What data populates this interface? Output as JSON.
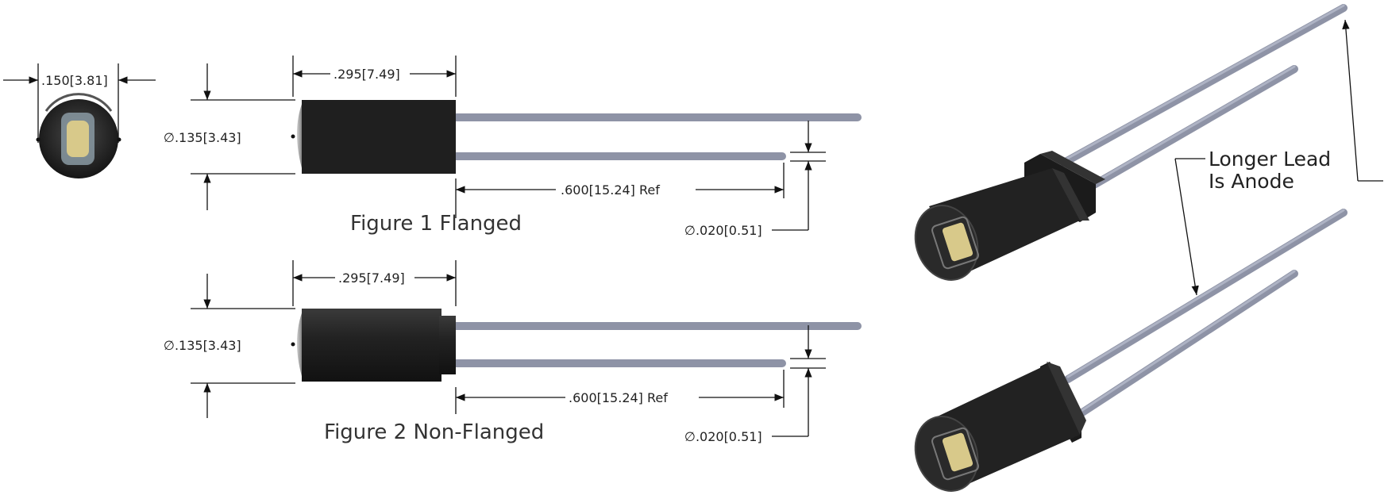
{
  "end_view": {
    "dim_label": ".150[3.81]"
  },
  "figure1": {
    "caption": "Figure 1 Flanged",
    "length_dim": ".295[7.49]",
    "diameter_dim": "∅.135[3.43]",
    "lead_dim": ".600[15.24] Ref",
    "lead_diameter_dim": "∅.020[0.51]"
  },
  "figure2": {
    "caption": "Figure 2 Non-Flanged",
    "length_dim": ".295[7.49]",
    "diameter_dim": "∅.135[3.43]",
    "lead_dim": ".600[15.24] Ref",
    "lead_diameter_dim": "∅.020[0.51]"
  },
  "callout": {
    "line1": "Longer Lead",
    "line2": "Is Anode"
  },
  "colors": {
    "body": "#1f1f1f",
    "lead": "#8e93a6",
    "lens": "#d8c98a"
  }
}
